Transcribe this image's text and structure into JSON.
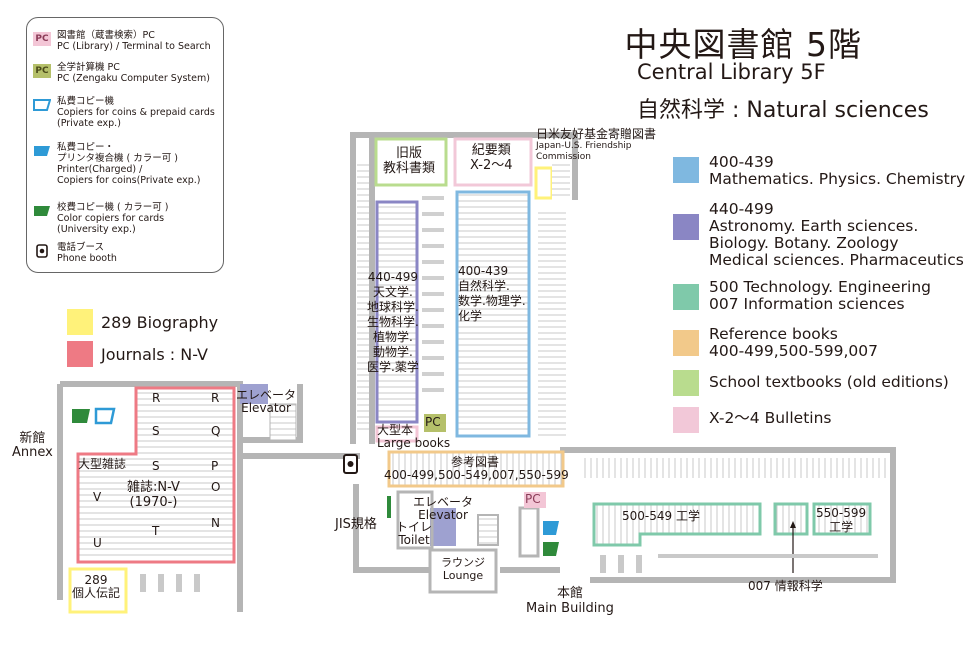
{
  "title": {
    "jp": "中央図書館 5階",
    "en": "Central Library 5F",
    "subject": "自然科学 : Natural sciences"
  },
  "legend": {
    "pc_library": {
      "icon": "PC",
      "jp": "図書館（蔵書検索）PC",
      "en": "PC (Library) / Terminal to Search",
      "color": "#f3c6d6"
    },
    "pc_zengaku": {
      "icon": "PC",
      "jp": "全学計算機 PC",
      "en": "PC (Zengaku Computer System)",
      "color": "#b5c06a"
    },
    "copier_private": {
      "jp": "私費コピー機",
      "en1": "Copiers for coins & prepaid cards",
      "en2": "(Private exp.)",
      "color": "#2e9ad6"
    },
    "printer_private": {
      "jp1": "私費コピー・",
      "jp2": "プリンタ複合機 ( カラー可 )",
      "en1": "Printer(Charged) /",
      "en2": "Copiers for coins(Private exp.)",
      "color": "#2e9ad6"
    },
    "copier_university": {
      "jp": "校費コピー機 ( カラー可 )",
      "en1": "Color copiers for cards",
      "en2": "(University exp.)",
      "color": "#2f8a3b"
    },
    "phone_booth": {
      "jp": "電話ブース",
      "en": "Phone booth"
    }
  },
  "bottom_legend": [
    {
      "label": "289 Biography",
      "color": "#fff27a"
    },
    {
      "label": "Journals : N-V",
      "color": "#ee7a84"
    }
  ],
  "class_legend": [
    {
      "line1": "400-439",
      "line2": "Mathematics. Physics. Chemistry",
      "line3": "",
      "color": "#7fb8e0"
    },
    {
      "line1": "440-499",
      "line2": "Astronomy. Earth sciences.",
      "line3": "Biology. Botany. Zoology",
      "line4": "Medical sciences. Pharmaceutics",
      "color": "#8a86c4"
    },
    {
      "line1": "500 Technology. Engineering",
      "line2": "007 Information sciences",
      "line3": "",
      "color": "#7fc9aa"
    },
    {
      "line1": "Reference books",
      "line2": "400-499,500-599,007",
      "line3": "",
      "color": "#f2c98a"
    },
    {
      "line1": "School textbooks (old editions)",
      "line2": "",
      "line3": "",
      "color": "#b9dc8e"
    },
    {
      "line1": "X-2～4  Bulletins",
      "line2": "",
      "line3": "",
      "color": "#f2c8d8"
    }
  ],
  "map": {
    "annex": {
      "jp": "新館",
      "en": "Annex"
    },
    "main_building": {
      "jp": "本館",
      "en": "Main Building"
    },
    "elevator_left": {
      "jp": "エレベータ",
      "en": "Elevator"
    },
    "elevator_center": {
      "jp": "エレベータ",
      "en": "Elevator"
    },
    "toilet": {
      "jp": "トイレ",
      "en": "Toilet"
    },
    "lounge": {
      "jp": "ラウンジ",
      "en": "Lounge"
    },
    "jis": "JIS規格",
    "journals_large": "大型雑誌",
    "journals_main": "雑誌:N-V",
    "journals_years": "(1970-)",
    "journal_letters": [
      "R",
      "R",
      "S",
      "Q",
      "S",
      "P",
      "V",
      "O",
      "N",
      "T",
      "U"
    ],
    "biography": {
      "num": "289",
      "jp": "個人伝記"
    },
    "old_textbooks": {
      "line1": "旧版",
      "line2": "教科書類"
    },
    "bulletins": {
      "line1": "紀要類",
      "line2": "X-2～4"
    },
    "japan_us": {
      "jp": "日米友好基金寄贈図書",
      "en1": "Japan-U.S. Friendship",
      "en2": "Commission"
    },
    "stack_440": [
      "440-499",
      "天文学.",
      "地球科学.",
      "生物科学.",
      "植物学.",
      "動物学.",
      "医学.薬学"
    ],
    "stack_400": [
      "400-439",
      "自然科学.",
      "数学.物理学.",
      "化学"
    ],
    "large_books": {
      "jp": "大型本",
      "en": "Large books"
    },
    "pc_label": "PC",
    "reference": {
      "jp": "参考図書",
      "en": "400-499,500-549,007,550-599"
    },
    "eng_500": "500-549 工学",
    "eng_550": {
      "line1": "550-599",
      "line2": "工学"
    },
    "info_007": "007 情報科学"
  }
}
